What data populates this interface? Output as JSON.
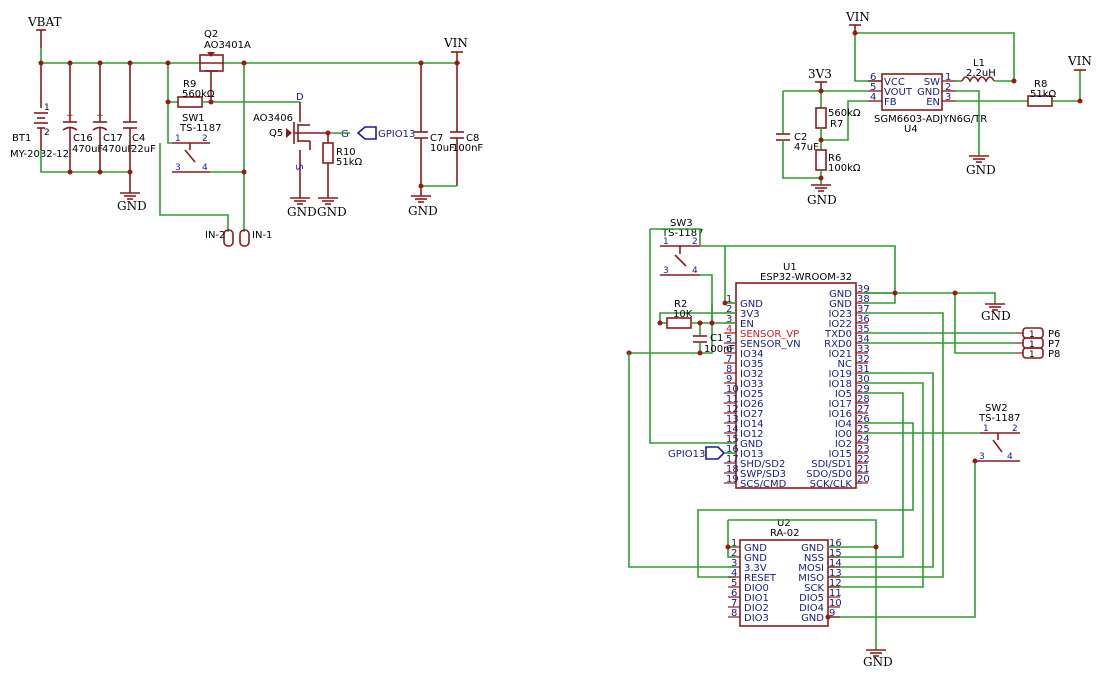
{
  "nets": {
    "vbat": "VBAT",
    "vin": "VIN",
    "v3v3": "3V3",
    "gnd": "GND",
    "gpio13": "GPIO13"
  },
  "parts": {
    "bt1": {
      "ref": "BT1",
      "value": "MY-2032-12"
    },
    "c16": {
      "ref": "C16",
      "value": "470uF"
    },
    "c17": {
      "ref": "C17",
      "value": "470uF"
    },
    "c4": {
      "ref": "C4",
      "value": "22uF"
    },
    "q2": {
      "ref": "Q2",
      "value": "AO3401A"
    },
    "r9": {
      "ref": "R9",
      "value": "560kΩ"
    },
    "sw1": {
      "ref": "SW1",
      "value": "TS-1187"
    },
    "q5": {
      "ref": "Q5",
      "value": "AO3406",
      "pin_d": "D",
      "pin_g": "G",
      "pin_s": "S"
    },
    "r10": {
      "ref": "R10",
      "value": "51kΩ"
    },
    "c7": {
      "ref": "C7",
      "value": "10uF"
    },
    "c8": {
      "ref": "C8",
      "value": "100nF"
    },
    "in1": "IN-1",
    "in2": "IN-2",
    "u4": {
      "ref": "U4",
      "value": "SGM6603-ADJYN6G/TR"
    },
    "l1": {
      "ref": "L1",
      "value": "2.2uH"
    },
    "r8": {
      "ref": "R8",
      "value": "51kΩ"
    },
    "r7": {
      "ref": "R7",
      "value": "560kΩ"
    },
    "r6": {
      "ref": "R6",
      "value": "100kΩ"
    },
    "c2": {
      "ref": "C2",
      "value": "47uF"
    },
    "sw3": {
      "ref": "SW3",
      "value": "TS-1187"
    },
    "r2": {
      "ref": "R2",
      "value": "10K"
    },
    "c1": {
      "ref": "C1",
      "value": "100nF"
    },
    "u1": {
      "ref": "U1",
      "value": "ESP32-WROOM-32"
    },
    "u2": {
      "ref": "U2",
      "value": "RA-02"
    },
    "sw2": {
      "ref": "SW2",
      "value": "TS-1187"
    },
    "p6": "P6",
    "p7": "P7",
    "p8": "P8"
  },
  "switch_pins": {
    "p1": "1",
    "p2": "2",
    "p3": "3",
    "p4": "4"
  },
  "u4_pins": {
    "left": [
      {
        "num": "6",
        "name": "VCC"
      },
      {
        "num": "5",
        "name": "VOUT"
      },
      {
        "num": "4",
        "name": "FB"
      }
    ],
    "right": [
      {
        "num": "1",
        "name": "SW"
      },
      {
        "num": "2",
        "name": "GND"
      },
      {
        "num": "3",
        "name": "EN"
      }
    ]
  },
  "u1_pins": {
    "left": [
      {
        "num": "1",
        "name": "GND"
      },
      {
        "num": "2",
        "name": "3V3"
      },
      {
        "num": "3",
        "name": "EN"
      },
      {
        "num": "4",
        "name": "SENSOR_VP"
      },
      {
        "num": "5",
        "name": "SENSOR_VN"
      },
      {
        "num": "6",
        "name": "IO34"
      },
      {
        "num": "7",
        "name": "IO35"
      },
      {
        "num": "8",
        "name": "IO32"
      },
      {
        "num": "9",
        "name": "IO33"
      },
      {
        "num": "10",
        "name": "IO25"
      },
      {
        "num": "11",
        "name": "IO26"
      },
      {
        "num": "12",
        "name": "IO27"
      },
      {
        "num": "13",
        "name": "IO14"
      },
      {
        "num": "14",
        "name": "IO12"
      },
      {
        "num": "15",
        "name": "GND"
      },
      {
        "num": "16",
        "name": "IO13"
      },
      {
        "num": "17",
        "name": "SHD/SD2"
      },
      {
        "num": "18",
        "name": "SWP/SD3"
      },
      {
        "num": "19",
        "name": "SCS/CMD"
      }
    ],
    "right": [
      {
        "num": "39",
        "name": "GND"
      },
      {
        "num": "38",
        "name": "GND"
      },
      {
        "num": "37",
        "name": "IO23"
      },
      {
        "num": "36",
        "name": "IO22"
      },
      {
        "num": "35",
        "name": "TXD0"
      },
      {
        "num": "34",
        "name": "RXD0"
      },
      {
        "num": "33",
        "name": "IO21"
      },
      {
        "num": "32",
        "name": "NC"
      },
      {
        "num": "31",
        "name": "IO19"
      },
      {
        "num": "30",
        "name": "IO18"
      },
      {
        "num": "29",
        "name": "IO5"
      },
      {
        "num": "28",
        "name": "IO17"
      },
      {
        "num": "27",
        "name": "IO16"
      },
      {
        "num": "26",
        "name": "IO4"
      },
      {
        "num": "25",
        "name": "IO0"
      },
      {
        "num": "24",
        "name": "IO2"
      },
      {
        "num": "23",
        "name": "IO15"
      },
      {
        "num": "22",
        "name": "SDI/SD1"
      },
      {
        "num": "21",
        "name": "SDO/SD0"
      },
      {
        "num": "20",
        "name": "SCK/CLK"
      }
    ]
  },
  "u2_pins": {
    "left": [
      {
        "num": "1",
        "name": "GND"
      },
      {
        "num": "2",
        "name": "GND"
      },
      {
        "num": "3",
        "name": "3.3V"
      },
      {
        "num": "4",
        "name": "RESET"
      },
      {
        "num": "5",
        "name": "DIO0"
      },
      {
        "num": "6",
        "name": "DIO1"
      },
      {
        "num": "7",
        "name": "DIO2"
      },
      {
        "num": "8",
        "name": "DIO3"
      }
    ],
    "right": [
      {
        "num": "16",
        "name": "GND"
      },
      {
        "num": "15",
        "name": "NSS"
      },
      {
        "num": "14",
        "name": "MOSI"
      },
      {
        "num": "13",
        "name": "MISO"
      },
      {
        "num": "12",
        "name": "SCK"
      },
      {
        "num": "11",
        "name": "DIO5"
      },
      {
        "num": "10",
        "name": "DIO4"
      },
      {
        "num": "9",
        "name": "GND"
      }
    ]
  },
  "conn_pins": {
    "p6": "1",
    "p7": "1",
    "p8": "1"
  }
}
